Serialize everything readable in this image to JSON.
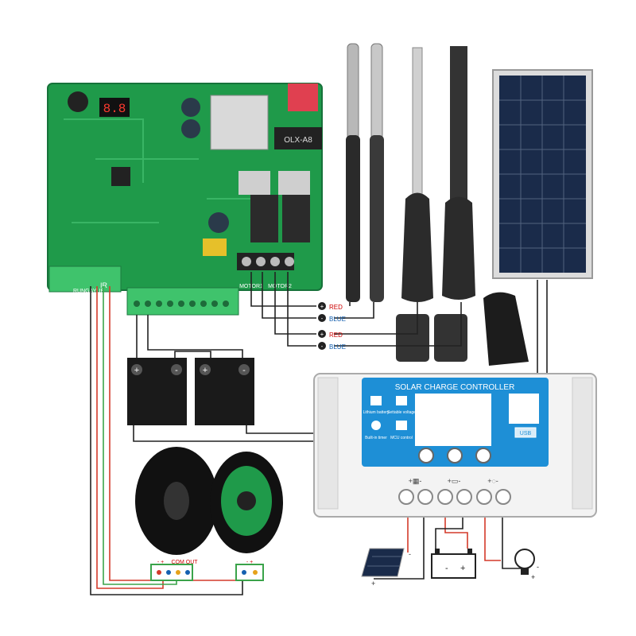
{
  "board": {
    "display_digits": "8.8",
    "relay_text": "OLX-A8",
    "motor1_label": "MOTOR1",
    "motor2_label": "MOTOR2",
    "brand_mark": "RUNGAYUE",
    "ir_label": "IR"
  },
  "wires": {
    "red_label": "RED",
    "blue_label": "BLUE",
    "red_label_2": "RED",
    "blue_label_2": "BLUE"
  },
  "controller": {
    "title": "SOLAR CHARGE CONTROLLER",
    "usb_label": "USB",
    "info_items": [
      {
        "label": "Lithium battery"
      },
      {
        "label": "Settable voltage"
      },
      {
        "label": "Built-in timer"
      },
      {
        "label": "MCU control"
      }
    ]
  },
  "sensor": {
    "terminal_label": "COM OUT",
    "receiver_signs": "- +",
    "transmitter_signs": "- +"
  },
  "colors": {
    "pcb_green": "#1f9a4a",
    "panel_blue": "#1e8fd6",
    "wire_red": "#d43a2a",
    "wire_green": "#3aa34a",
    "wire_black": "#222222"
  }
}
